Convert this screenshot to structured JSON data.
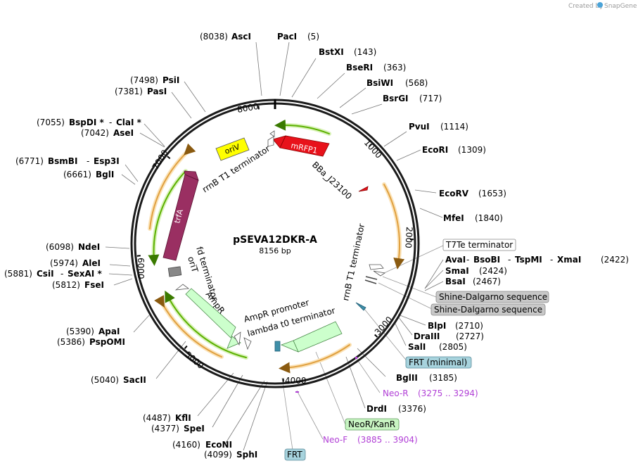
{
  "credit": {
    "prefix": "Created by",
    "brand": "SnapGene"
  },
  "plasmid": {
    "name": "pSEVA12DKR-A",
    "size": "8156 bp"
  },
  "ticks": [
    "1000",
    "2000",
    "3000",
    "4000",
    "5000",
    "6000",
    "7000",
    "8000"
  ],
  "sites": [
    {
      "pos": "(8038)",
      "name": "AscI"
    },
    {
      "pos": "(5)",
      "name": "PacI"
    },
    {
      "pos": "(143)",
      "name": "BstXI"
    },
    {
      "pos": "(363)",
      "name": "BseRI"
    },
    {
      "pos": "(568)",
      "name": "BsiWI"
    },
    {
      "pos": "(717)",
      "name": "BsrGI"
    },
    {
      "pos": "(1114)",
      "name": "PvuI"
    },
    {
      "pos": "(1309)",
      "name": "EcoRI"
    },
    {
      "pos": "(1653)",
      "name": "EcoRV"
    },
    {
      "pos": "(1840)",
      "name": "MfeI"
    },
    {
      "pos": "(2422)",
      "name": "AvaI",
      "extra": [
        "BsoBI",
        "TspMI",
        "XmaI"
      ]
    },
    {
      "pos": "(2424)",
      "name": "SmaI"
    },
    {
      "pos": "(2467)",
      "name": "BsaI"
    },
    {
      "pos": "(2710)",
      "name": "BlpI"
    },
    {
      "pos": "(2727)",
      "name": "DraIII"
    },
    {
      "pos": "(2805)",
      "name": "SalI"
    },
    {
      "pos": "(3185)",
      "name": "BglII"
    },
    {
      "pos": "(3376)",
      "name": "DrdI"
    },
    {
      "pos": "(4099)",
      "name": "SphI"
    },
    {
      "pos": "(4160)",
      "name": "EcoNI"
    },
    {
      "pos": "(4377)",
      "name": "SpeI"
    },
    {
      "pos": "(4487)",
      "name": "KflI"
    },
    {
      "pos": "(5040)",
      "name": "SacII"
    },
    {
      "pos": "(5386)",
      "name": "PspOMI"
    },
    {
      "pos": "(5390)",
      "name": "ApaI"
    },
    {
      "pos": "(5812)",
      "name": "FseI"
    },
    {
      "pos": "(5881)",
      "name": "CsiI",
      "extra": [
        "SexAI *"
      ]
    },
    {
      "pos": "(5974)",
      "name": "AleI"
    },
    {
      "pos": "(6098)",
      "name": "NdeI"
    },
    {
      "pos": "(6661)",
      "name": "BglI"
    },
    {
      "pos": "(6771)",
      "name": "BsmBI",
      "extra": [
        "Esp3I"
      ]
    },
    {
      "pos": "(7042)",
      "name": "AseI"
    },
    {
      "pos": "(7055)",
      "name": "BspDI *",
      "extra": [
        "ClaI *"
      ]
    },
    {
      "pos": "(7381)",
      "name": "PasI"
    },
    {
      "pos": "(7498)",
      "name": "PsiI"
    }
  ],
  "boxed_features": [
    {
      "text": "T7Te terminator",
      "color": "#ffffff"
    },
    {
      "text": "Shine-Dalgarno sequence",
      "color": "#c8c8c8"
    },
    {
      "text": "Shine-Dalgarno sequence",
      "color": "#c8c8c8"
    },
    {
      "text": "FRT (minimal)",
      "color": "#a7d3dd"
    },
    {
      "text": "NeoR/KanR",
      "color": "#c9f5c3"
    },
    {
      "text": "FRT",
      "color": "#a7d3dd"
    }
  ],
  "primers": [
    {
      "name": "Neo-R",
      "range": "(3275 .. 3294)"
    },
    {
      "name": "Neo-F",
      "range": "(3885 .. 3904)"
    }
  ],
  "features": {
    "mRFP1": "mRFP1",
    "oriV": "oriV",
    "trfA": "trfA",
    "BBa_J23100": "BBa_J23100",
    "rrnB_T1_top": "rrnB T1 terminator",
    "rrnB_T1_right": "rrnB T1 terminator",
    "fd_terminator": "fd terminator",
    "oriT": "oriT",
    "AmpR": "AmpR",
    "AmpR_promoter": "AmpR promoter",
    "lambda_t0": "lambda t0 terminator"
  },
  "colors": {
    "mRFP1": "#e8121b",
    "oriV": "#ffff00",
    "trfA": "#9a2f62",
    "AmpR": "#ccffcc",
    "orf_green": "#5bb000",
    "orf_orange": "#e0a040",
    "primer": "#b13fd6"
  }
}
